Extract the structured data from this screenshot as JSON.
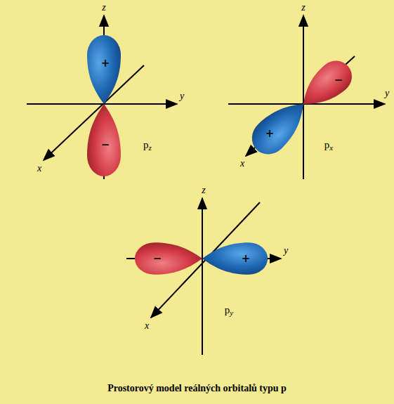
{
  "diagram": {
    "caption": "Prostorový model reálných orbitalů typu p",
    "labels": [
      "z",
      "y",
      "x",
      "+",
      "−",
      "pz",
      "z",
      "y",
      "x",
      "−",
      "+",
      "px",
      "z",
      "y",
      "x",
      "−",
      "+",
      "py"
    ]
  }
}
